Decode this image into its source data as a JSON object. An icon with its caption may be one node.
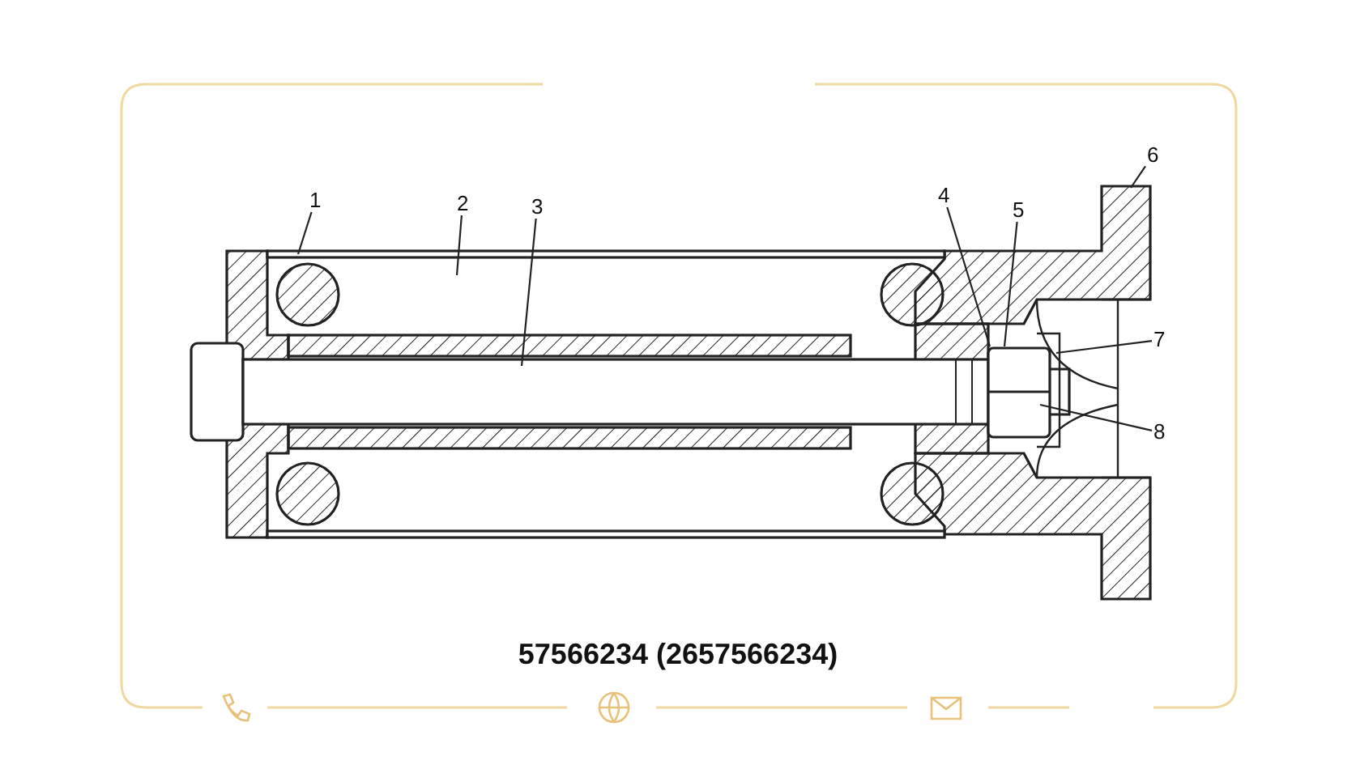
{
  "diagram": {
    "caption": "57566234 (2657566234)",
    "nodes": [
      {
        "text": [
          "1"
        ]
      },
      {
        "text": [
          "2"
        ]
      },
      {
        "text": [
          "3"
        ]
      },
      {
        "text": [
          "4"
        ]
      },
      {
        "text": [
          "5"
        ]
      },
      {
        "text": [
          "6"
        ]
      },
      {
        "text": [
          "7"
        ]
      },
      {
        "text": [
          "8"
        ]
      }
    ],
    "edges": [
      {
        "from": 0,
        "to": null,
        "arrow": "none"
      },
      {
        "from": 1,
        "to": null,
        "arrow": "none"
      },
      {
        "from": 2,
        "to": null,
        "arrow": "none"
      },
      {
        "from": 3,
        "to": null,
        "arrow": "none"
      },
      {
        "from": 4,
        "to": null,
        "arrow": "none"
      },
      {
        "from": 5,
        "to": null,
        "arrow": "none"
      },
      {
        "from": 6,
        "to": null,
        "arrow": "none"
      },
      {
        "from": 7,
        "to": null,
        "arrow": "none"
      }
    ]
  }
}
